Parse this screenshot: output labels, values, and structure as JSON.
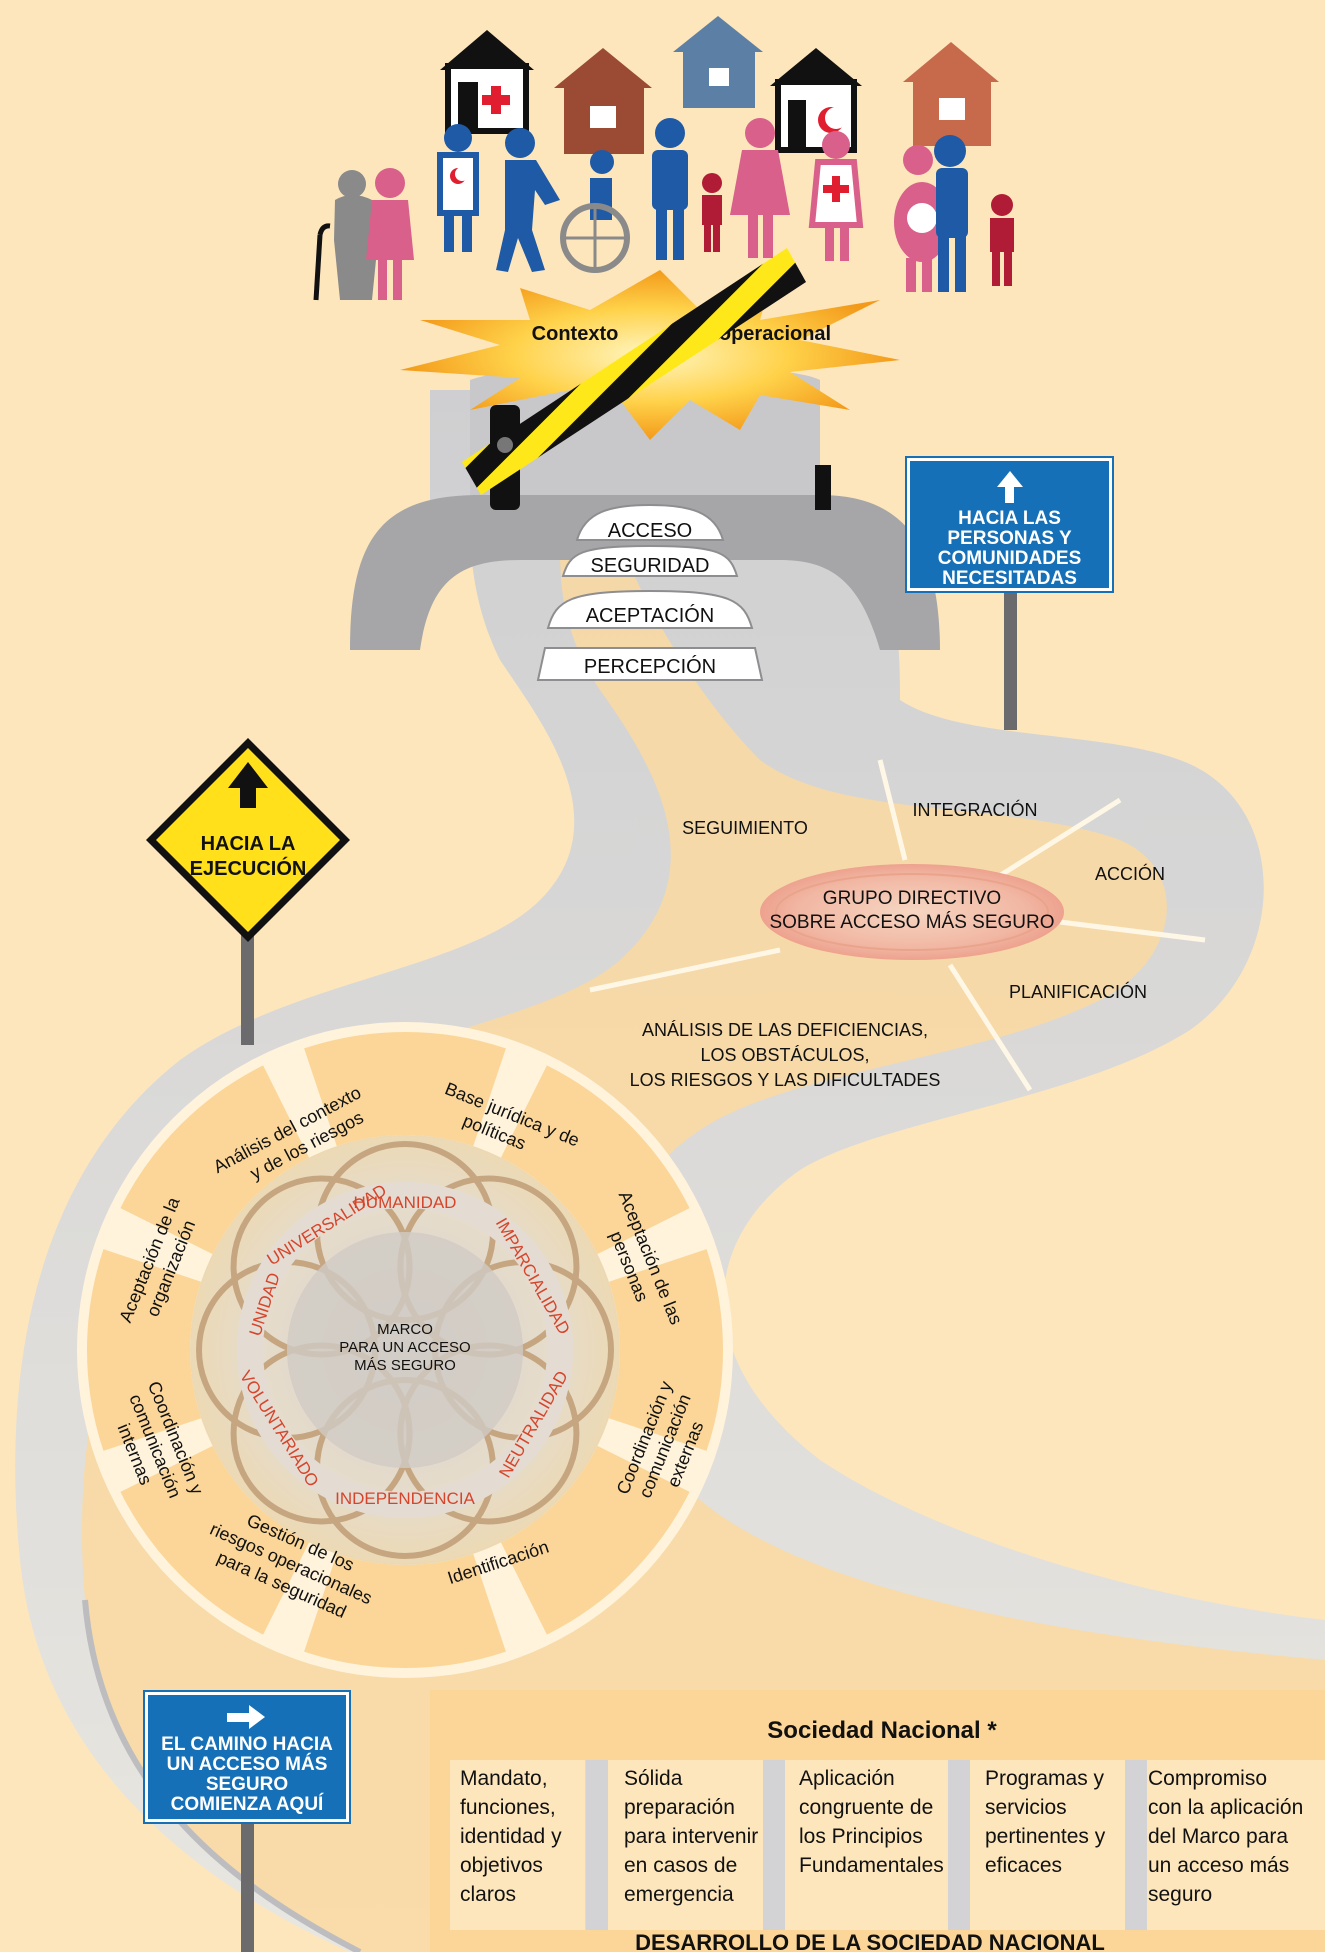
{
  "top": {
    "context_left": "Contexto",
    "context_right": "operacional"
  },
  "steps": [
    "ACCESO",
    "SEGURIDAD",
    "ACEPTACIÓN",
    "PERCEPCIÓN"
  ],
  "signs": {
    "people": {
      "arrow": "up-arrow-icon",
      "label": "HACIA LAS PERSONAS Y COMUNIDADES NECESITADAS"
    },
    "execution": {
      "arrow": "up-arrow-icon",
      "label": "HACIA LA EJECUCIÓN"
    },
    "start": {
      "arrow": "right-arrow-icon",
      "label": "EL CAMINO HACIA UN ACCESO MÁS SEGURO COMIENZA AQUÍ"
    }
  },
  "cycle": {
    "center": [
      "GRUPO DIRECTIVO",
      "SOBRE ACCESO MÁS SEGURO"
    ],
    "seguimiento": "SEGUIMIENTO",
    "integracion": "INTEGRACIÓN",
    "accion": "ACCIÓN",
    "planificacion": "PLANIFICACIÓN",
    "analisis": [
      "ANÁLISIS DE LAS DEFICIENCIAS,",
      "LOS OBSTÁCULOS,",
      "LOS RIESGOS Y LAS DIFICULTADES"
    ]
  },
  "framework": {
    "center": [
      "MARCO",
      "PARA UN ACCESO",
      "MÁS SEGURO"
    ],
    "principles": [
      "HUMANIDAD",
      "IMPARCIALIDAD",
      "NEUTRALIDAD",
      "INDEPENDENCIA",
      "VOLUNTARIADO",
      "UNIDAD",
      "UNIVERSALIDAD"
    ],
    "elements": {
      "contexto": [
        "Análisis del contexto",
        "y de los riesgos"
      ],
      "juridica": [
        "Base jurídica y de",
        "políticas"
      ],
      "aceptacion_personas": [
        "Aceptación de las",
        "personas"
      ],
      "coord_externas": [
        "Coordinación y",
        "comunicación",
        "externas"
      ],
      "identificacion": [
        "Identificación"
      ],
      "gestion": [
        "Gestión de los",
        "riesgos operacionales",
        "para la seguridad"
      ],
      "coord_internas": [
        "Coordinación y",
        "comunicación",
        "internas"
      ],
      "aceptacion_org": [
        "Aceptación de la",
        "organización"
      ]
    }
  },
  "national_society": {
    "title": "Sociedad Nacional *",
    "pillars": [
      [
        "Mandato,",
        "funciones,",
        "identidad y",
        "objetivos",
        "claros"
      ],
      [
        "Sólida",
        "preparación",
        "para intervenir",
        "en casos de",
        "emergencia"
      ],
      [
        "Aplicación",
        "congruente de",
        "los Principios",
        "Fundamentales"
      ],
      [
        "Programas y",
        "servicios",
        "pertinentes y",
        "eficaces"
      ],
      [
        "Compromiso",
        "con la aplicación",
        "del Marco para",
        "un acceso más",
        "seguro"
      ]
    ],
    "base": "DESARROLLO DE LA SOCIEDAD NACIONAL"
  },
  "colors": {
    "background": "#fde6bc",
    "road": "#cdcdcf",
    "road_dark": "#8f8f92",
    "petal": "#fbd698",
    "blue_sign": "#1570b8",
    "yellow_sign": "#ffe01a",
    "red_cross": "#e01e2f",
    "principle_text": "#d6452b",
    "ring": "#c3a17a"
  }
}
